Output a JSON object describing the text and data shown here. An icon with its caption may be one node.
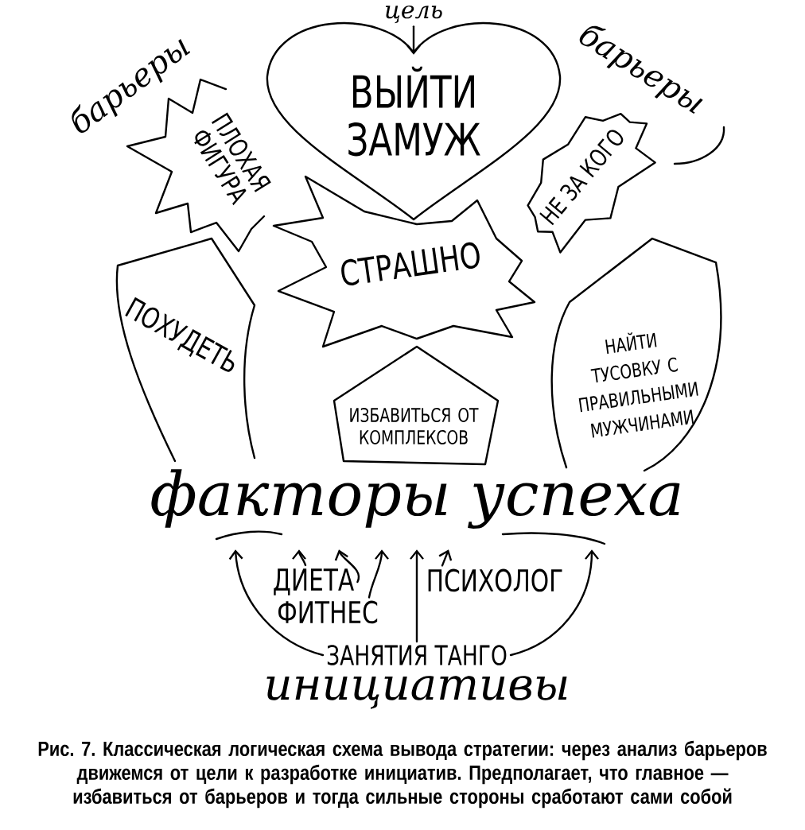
{
  "diagram": {
    "caption": "Рис. 7. Классическая логическая схема вывода стратегии: через анализ барьеров движемся от цели к разработке инициатив. Предполагает, что главное — избавиться от барьеров и тогда сильные стороны сработают сами собой",
    "nodes": [
      {
        "text": [
          "цель"
        ]
      },
      {
        "text": [
          "ВЫЙТИ ЗАМУЖ"
        ]
      },
      {
        "text": [
          "ПЛОХАЯ ФИГУРА"
        ]
      },
      {
        "text": [
          "НЕ ЗА КОГО"
        ]
      },
      {
        "text": [
          "СТРАШНО"
        ]
      },
      {
        "text": [
          "ПОХУДЕТЬ"
        ]
      },
      {
        "text": [
          "ИЗБАВИТЬСЯ ОТ КОМПЛЕКСОВ"
        ]
      },
      {
        "text": [
          "НАЙТИ ТУСОВКУ С ПРАВИЛЬНЫМИ МУЖЧИНАМИ"
        ]
      },
      {
        "text": [
          "факторы успеха"
        ]
      },
      {
        "text": [
          "ДИЕТА"
        ]
      },
      {
        "text": [
          "ФИТНЕС"
        ]
      },
      {
        "text": [
          "ПСИХОЛОГ"
        ]
      },
      {
        "text": [
          "ЗАНЯТИЯ ТАНГО"
        ]
      }
    ],
    "edges": [
      {
        "from": 0,
        "to": 1,
        "arrow": "to"
      },
      {
        "from": 9,
        "to": 8,
        "arrow": "to"
      },
      {
        "from": 9,
        "to": 8,
        "arrow": "to"
      },
      {
        "from": 10,
        "to": 8,
        "arrow": "to"
      },
      {
        "from": 12,
        "to": 8,
        "arrow": "to"
      },
      {
        "from": 11,
        "to": 8,
        "arrow": "to"
      },
      {
        "from": 12,
        "to": 8,
        "arrow": "to"
      },
      {
        "from": 12,
        "to": 8,
        "arrow": "to"
      }
    ],
    "labels": [
      "барьеры",
      "барьеры",
      "инициативы"
    ]
  }
}
